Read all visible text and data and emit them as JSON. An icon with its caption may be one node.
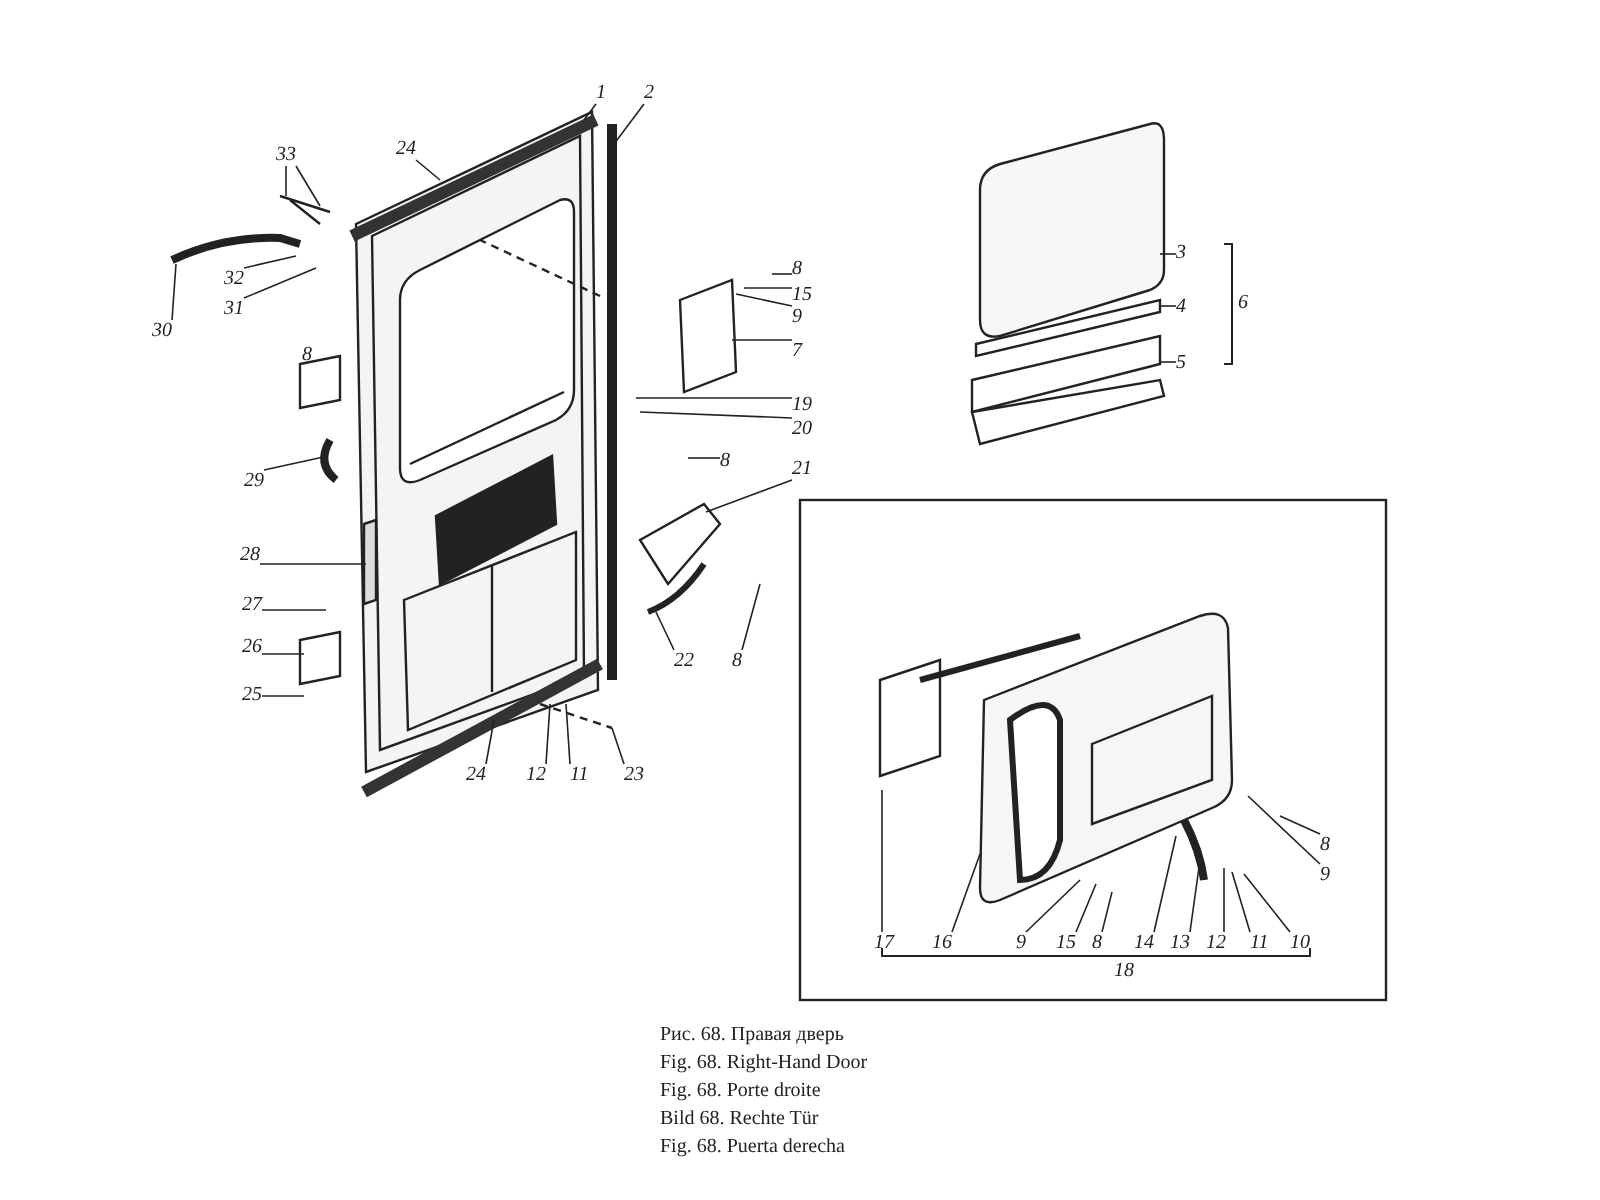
{
  "diagram": {
    "nodes": [
      {
        "text": [
          "1"
        ]
      },
      {
        "text": [
          "2"
        ]
      },
      {
        "text": [
          "24"
        ]
      },
      {
        "text": [
          "33"
        ]
      },
      {
        "text": [
          "32"
        ]
      },
      {
        "text": [
          "31"
        ]
      },
      {
        "text": [
          "30"
        ]
      },
      {
        "text": [
          "29"
        ]
      },
      {
        "text": [
          "28"
        ]
      },
      {
        "text": [
          "27"
        ]
      },
      {
        "text": [
          "26"
        ]
      },
      {
        "text": [
          "25"
        ]
      },
      {
        "text": [
          "24"
        ]
      },
      {
        "text": [
          "12"
        ]
      },
      {
        "text": [
          "11"
        ]
      },
      {
        "text": [
          "23"
        ]
      },
      {
        "text": [
          "8"
        ]
      },
      {
        "text": [
          "15"
        ]
      },
      {
        "text": [
          "9"
        ]
      },
      {
        "text": [
          "7"
        ]
      },
      {
        "text": [
          "19"
        ]
      },
      {
        "text": [
          "20"
        ]
      },
      {
        "text": [
          "8"
        ]
      },
      {
        "text": [
          "21"
        ]
      },
      {
        "text": [
          "22"
        ]
      },
      {
        "text": [
          "8"
        ]
      },
      {
        "text": [
          "3"
        ]
      },
      {
        "text": [
          "4"
        ]
      },
      {
        "text": [
          "5"
        ]
      },
      {
        "text": [
          "17"
        ]
      },
      {
        "text": [
          "16"
        ]
      },
      {
        "text": [
          "9"
        ]
      },
      {
        "text": [
          "15"
        ]
      },
      {
        "text": [
          "8"
        ]
      },
      {
        "text": [
          "14"
        ]
      },
      {
        "text": [
          "13"
        ]
      },
      {
        "text": [
          "12"
        ]
      },
      {
        "text": [
          "11"
        ]
      },
      {
        "text": [
          "10"
        ]
      },
      {
        "text": [
          "8"
        ]
      },
      {
        "text": [
          "9"
        ]
      }
    ],
    "edges": [
      {
        "from": 0,
        "to": null,
        "arrow": "none"
      },
      {
        "from": 1,
        "to": null,
        "arrow": "none"
      },
      {
        "from": 2,
        "to": null,
        "arrow": "none"
      },
      {
        "from": 3,
        "to": null,
        "arrow": "none"
      },
      {
        "from": 3,
        "to": null,
        "arrow": "none"
      },
      {
        "from": 4,
        "to": null,
        "arrow": "none"
      },
      {
        "from": 5,
        "to": null,
        "arrow": "none"
      },
      {
        "from": 6,
        "to": null,
        "arrow": "none"
      },
      {
        "from": 7,
        "to": null,
        "arrow": "none"
      },
      {
        "from": 8,
        "to": null,
        "arrow": "none"
      },
      {
        "from": 9,
        "to": null,
        "arrow": "none"
      },
      {
        "from": 10,
        "to": null,
        "arrow": "none"
      },
      {
        "from": 11,
        "to": null,
        "arrow": "none"
      },
      {
        "from": 12,
        "to": null,
        "arrow": "none"
      },
      {
        "from": 13,
        "to": null,
        "arrow": "none"
      },
      {
        "from": 14,
        "to": null,
        "arrow": "none"
      },
      {
        "from": 15,
        "to": null,
        "arrow": "none"
      },
      {
        "from": 16,
        "to": null,
        "arrow": "none"
      },
      {
        "from": 17,
        "to": null,
        "arrow": "none"
      },
      {
        "from": 18,
        "to": null,
        "arrow": "none"
      },
      {
        "from": 19,
        "to": null,
        "arrow": "none"
      },
      {
        "from": 20,
        "to": null,
        "arrow": "none"
      },
      {
        "from": 21,
        "to": null,
        "arrow": "none"
      },
      {
        "from": 22,
        "to": null,
        "arrow": "none"
      },
      {
        "from": 23,
        "to": null,
        "arrow": "none"
      },
      {
        "from": 24,
        "to": null,
        "arrow": "none"
      },
      {
        "from": 25,
        "to": null,
        "arrow": "none"
      },
      {
        "from": 26,
        "to": null,
        "arrow": "none"
      },
      {
        "from": 27,
        "to": null,
        "arrow": "none"
      },
      {
        "from": 28,
        "to": null,
        "arrow": "none"
      },
      {
        "from": 29,
        "to": null,
        "arrow": "none"
      },
      {
        "from": 30,
        "to": null,
        "arrow": "none"
      },
      {
        "from": 31,
        "to": null,
        "arrow": "none"
      },
      {
        "from": 32,
        "to": null,
        "arrow": "none"
      },
      {
        "from": 33,
        "to": null,
        "arrow": "none"
      },
      {
        "from": 34,
        "to": null,
        "arrow": "none"
      },
      {
        "from": 35,
        "to": null,
        "arrow": "none"
      },
      {
        "from": 36,
        "to": null,
        "arrow": "none"
      },
      {
        "from": 37,
        "to": null,
        "arrow": "none"
      },
      {
        "from": 38,
        "to": null,
        "arrow": "none"
      },
      {
        "from": 39,
        "to": null,
        "arrow": "none"
      },
      {
        "from": 40,
        "to": null,
        "arrow": "none"
      }
    ],
    "labels": [
      "8",
      "6",
      "18",
      "Рис. 68. Правая дверь",
      "Fig. 68. Right-Hand Door",
      "Fig. 68. Porte droite",
      "Bild 68. Rechte Tür",
      "Fig. 68. Puerta derecha"
    ]
  }
}
